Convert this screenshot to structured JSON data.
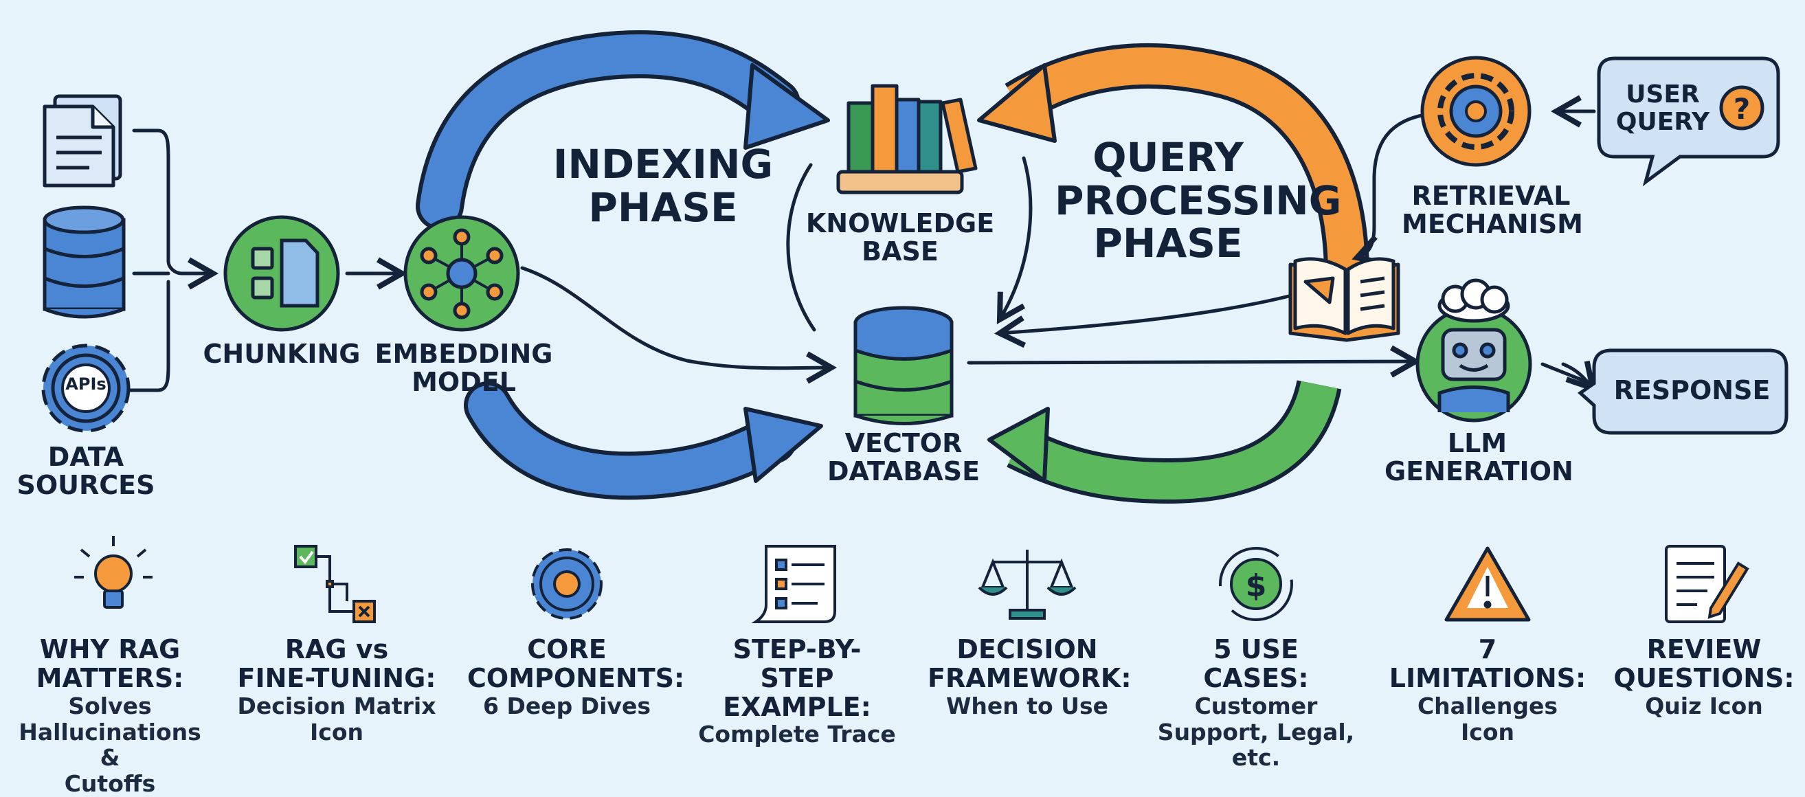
{
  "diagram": {
    "indexing_phase": {
      "line1": "INDEXING",
      "line2": "PHASE"
    },
    "query_phase": {
      "line1": "QUERY",
      "line2": "PROCESSING",
      "line3": "PHASE"
    },
    "data_sources": {
      "line1": "DATA",
      "line2": "SOURCES",
      "api_badge": "APIs"
    },
    "chunking": "CHUNKING",
    "embedding": {
      "line1": "EMBEDDING",
      "line2": "MODEL"
    },
    "knowledge_base": {
      "line1": "KNOWLEDGE",
      "line2": "BASE"
    },
    "vector_db": {
      "line1": "VECTOR",
      "line2": "DATABASE"
    },
    "retrieval": {
      "line1": "RETRIEVAL",
      "line2": "MECHANISM"
    },
    "user_query": {
      "line1": "USER",
      "line2": "QUERY"
    },
    "llm": {
      "line1": "LLM",
      "line2": "GENERATION"
    },
    "response": "RESPONSE"
  },
  "topics": [
    {
      "icon": "lightbulb-icon",
      "title": [
        "WHY RAG",
        "MATTERS:"
      ],
      "sub": [
        "Solves",
        "Hallucinations &",
        "Cutoffs"
      ]
    },
    {
      "icon": "decision-matrix-icon",
      "title": [
        "RAG vs",
        "FINE-TUNING:"
      ],
      "sub": [
        "Decision Matrix",
        "Icon"
      ]
    },
    {
      "icon": "gear-icon",
      "title": [
        "CORE",
        "COMPONENTS:"
      ],
      "sub": [
        "6 Deep Dives"
      ]
    },
    {
      "icon": "checklist-scroll-icon",
      "title": [
        "STEP-BY-STEP",
        "EXAMPLE:"
      ],
      "sub": [
        "Complete Trace"
      ]
    },
    {
      "icon": "scales-icon",
      "title": [
        "DECISION",
        "FRAMEWORK:"
      ],
      "sub": [
        "When to Use"
      ]
    },
    {
      "icon": "dollar-cycle-icon",
      "title": [
        "5 USE CASES:"
      ],
      "sub": [
        "Customer",
        "Support, Legal,",
        "etc."
      ]
    },
    {
      "icon": "warning-icon",
      "title": [
        "7 LIMITATIONS:"
      ],
      "sub": [
        "Challenges Icon"
      ]
    },
    {
      "icon": "quiz-icon",
      "title": [
        "REVIEW",
        "QUESTIONS:"
      ],
      "sub": [
        "Quiz Icon"
      ]
    }
  ],
  "colors": {
    "background": "#e6f3fb",
    "blue": "#4a86d4",
    "orange": "#f59a3c",
    "green": "#5cb85c",
    "navy": "#14233a",
    "teal": "#2f8f8a"
  }
}
